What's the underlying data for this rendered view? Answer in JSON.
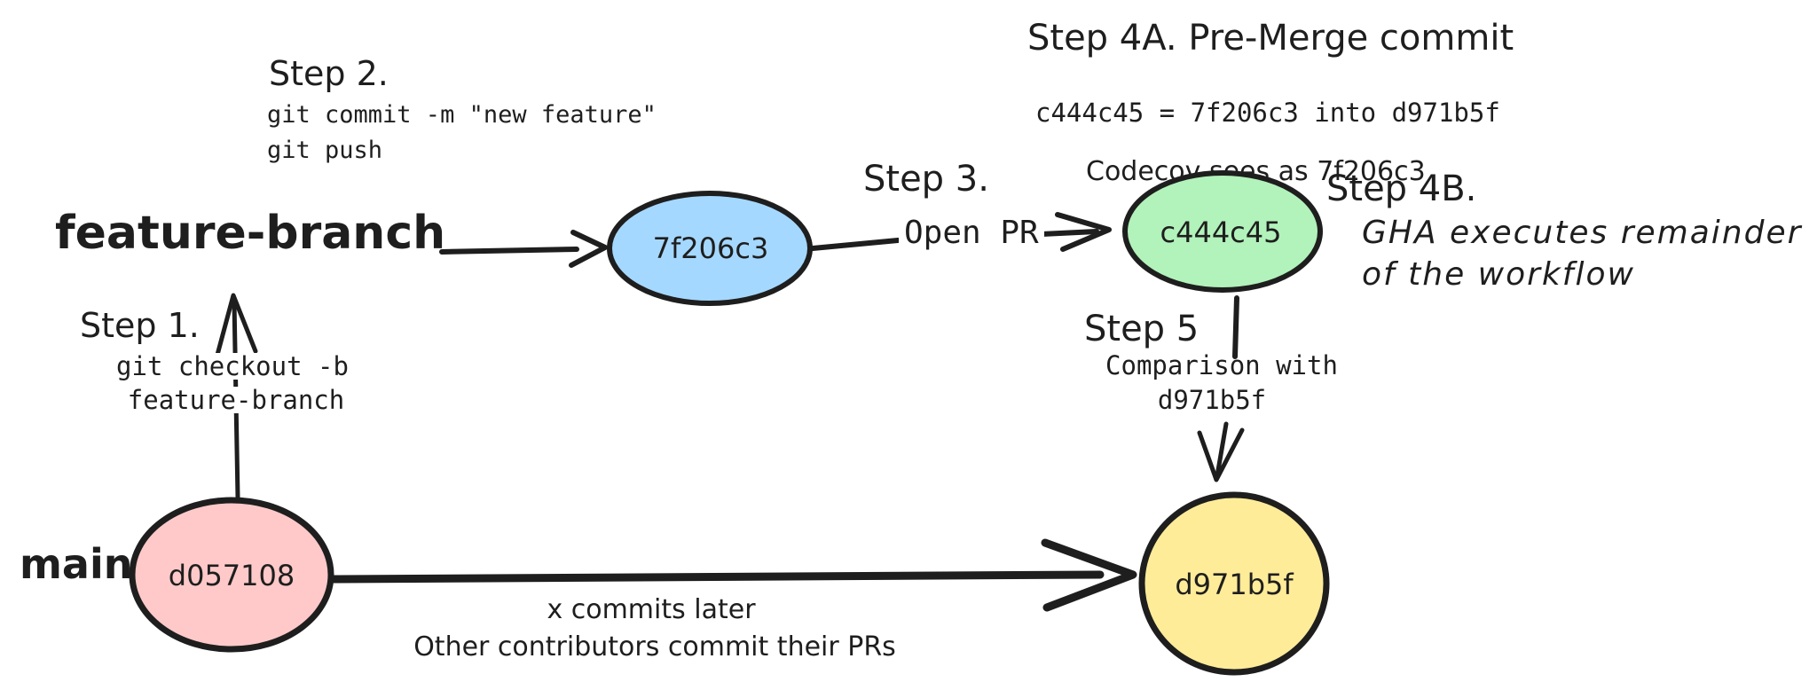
{
  "diagram": {
    "ink": "#1e1e1e",
    "background": "#ffffff"
  },
  "branches": {
    "feature": "feature-branch",
    "main": "main"
  },
  "nodes": {
    "feature_commit": {
      "label": "7f206c3",
      "fill": "#a5d8ff"
    },
    "pre_merge_commit": {
      "label": "c444c45",
      "fill": "#b2f2bb"
    },
    "main_base_commit": {
      "label": "d057108",
      "fill": "#ffc9c9"
    },
    "main_head_commit": {
      "label": "d971b5f",
      "fill": "#ffec99"
    }
  },
  "steps": {
    "step1": {
      "title": "Step 1.",
      "line1": "git checkout -b",
      "line2": "feature-branch"
    },
    "step2": {
      "title": "Step 2.",
      "line1": "git commit -m \"new feature\"",
      "line2": "git push"
    },
    "step3": {
      "title": "Step 3.",
      "action": "Open PR"
    },
    "step4a": {
      "title": "Step 4A. Pre-Merge commit",
      "line1": "c444c45 = 7f206c3 into d971b5f",
      "line2": "Codecov sees as 7f206c3"
    },
    "step4b": {
      "title": "Step 4B.",
      "line1": "GHA executes remainder",
      "line2": "of the workflow"
    },
    "step5": {
      "title": "Step 5",
      "line1": "Comparison with",
      "line2": "d971b5f"
    }
  },
  "annotations": {
    "main_timeline_line1": "x commits later",
    "main_timeline_line2": "Other contributors commit their PRs"
  }
}
